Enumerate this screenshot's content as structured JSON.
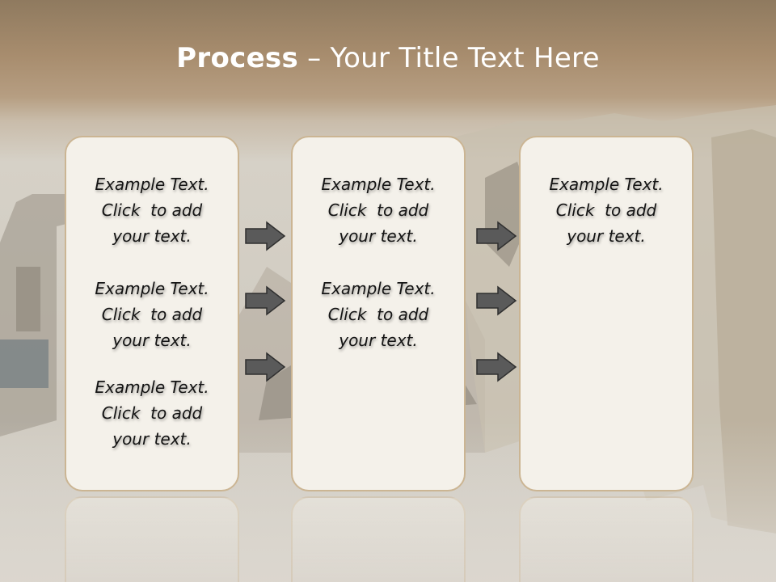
{
  "slide": {
    "title_bold": "Process",
    "title_rest": "  – Your Title Text Here"
  },
  "columns": [
    {
      "items": [
        {
          "line1": "Example Text.",
          "line2": "Click  to add",
          "line3": "your text."
        },
        {
          "line1": "Example Text.",
          "line2": "Click  to add",
          "line3": "your text."
        },
        {
          "line1": "Example Text.",
          "line2": "Click  to add",
          "line3": "your text."
        }
      ]
    },
    {
      "items": [
        {
          "line1": "Example Text.",
          "line2": "Click  to add",
          "line3": "your text."
        },
        {
          "line1": "Example Text.",
          "line2": "Click  to add",
          "line3": "your text."
        }
      ]
    },
    {
      "items": [
        {
          "line1": "Example Text.",
          "line2": "Click  to add",
          "line3": "your text."
        }
      ]
    }
  ],
  "colors": {
    "header_brown": "#a88d6e",
    "panel_fill": "#f4f1ea",
    "panel_border": "#cbb593",
    "arrow_fill": "#5a5a5a"
  },
  "icons": [
    "arrow-right-icon"
  ]
}
